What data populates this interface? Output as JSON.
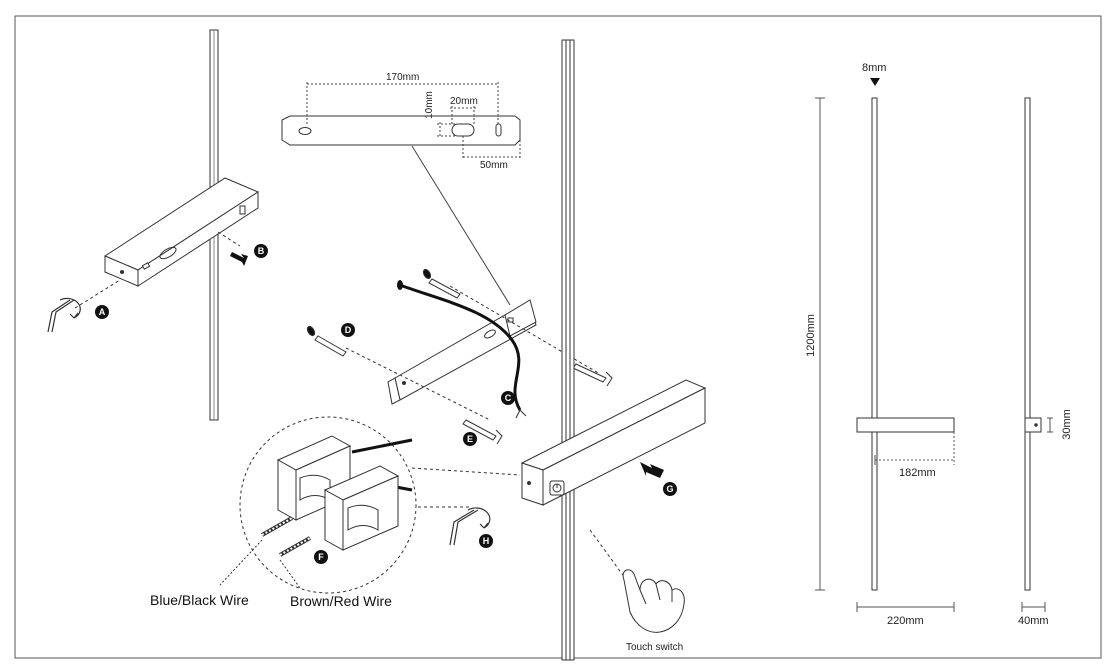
{
  "bracket": {
    "width_label": "170mm",
    "slot_label": "20mm",
    "height_label": "10mm",
    "offset_label": "50mm"
  },
  "steps": {
    "a": "A",
    "b": "B",
    "c": "C",
    "d": "D",
    "e": "E",
    "f": "F",
    "g": "G",
    "h": "H"
  },
  "wires": {
    "blue_black": "Blue/Black Wire",
    "brown_red": "Brown/Red Wire"
  },
  "touch": {
    "label": "Touch switch"
  },
  "dimensions": {
    "thickness": "8mm",
    "height": "1200mm",
    "arm_length": "182mm",
    "total_width": "220mm",
    "depth": "40mm",
    "arm_height": "30mm"
  }
}
